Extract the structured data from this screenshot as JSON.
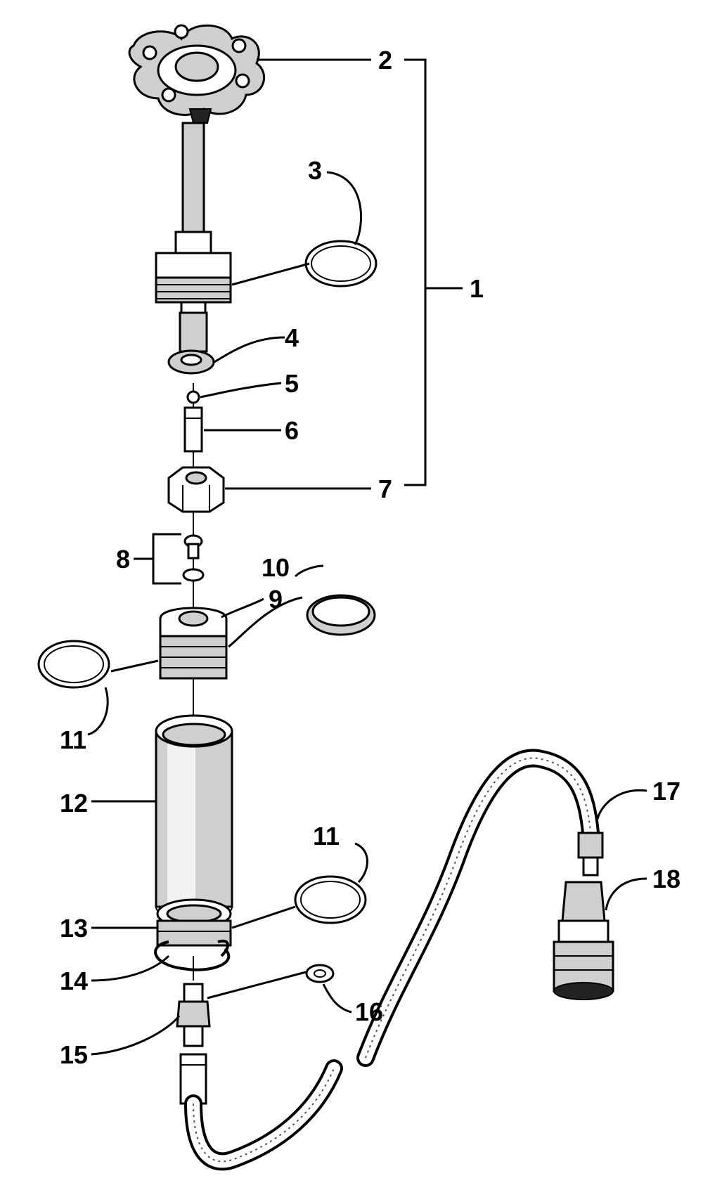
{
  "labels": {
    "l1": "1",
    "l2": "2",
    "l3": "3",
    "l4": "4",
    "l5": "5",
    "l6": "6",
    "l7": "7",
    "l8": "8",
    "l9": "9",
    "l10": "10",
    "l11a": "11",
    "l11b": "11",
    "l12": "12",
    "l13": "13",
    "l14": "14",
    "l15": "15",
    "l16": "16",
    "l17": "17",
    "l18": "18"
  }
}
